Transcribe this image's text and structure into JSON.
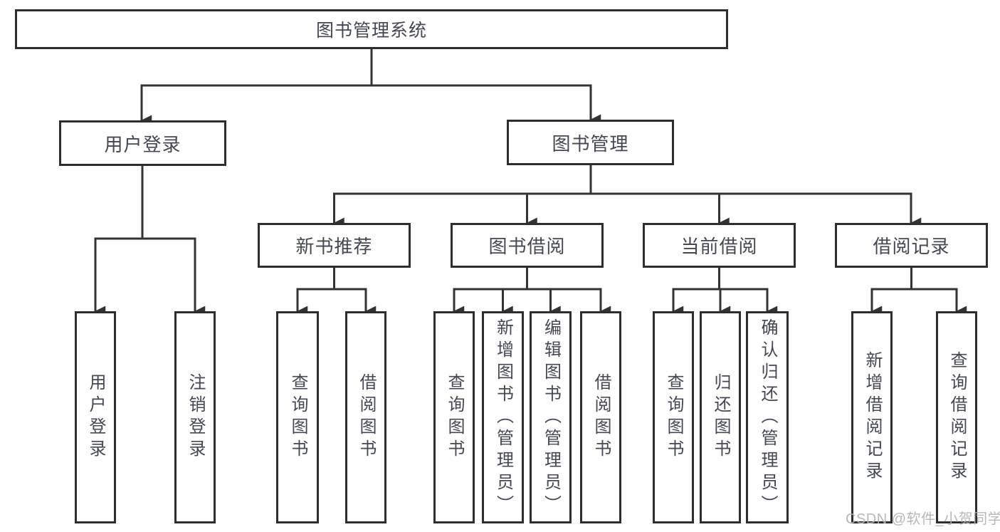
{
  "tree": {
    "root": {
      "label": "图书管理系统",
      "children": [
        {
          "label": "用户登录",
          "children": [
            {
              "label": "用户登录"
            },
            {
              "label": "注销登录"
            }
          ]
        },
        {
          "label": "图书管理",
          "children": [
            {
              "label": "新书推荐",
              "children": [
                {
                  "label": "查询图书"
                },
                {
                  "label": "借阅图书"
                }
              ]
            },
            {
              "label": "图书借阅",
              "children": [
                {
                  "label": "查询图书"
                },
                {
                  "label": "新增图书（管理员）"
                },
                {
                  "label": "编辑图书（管理员）"
                },
                {
                  "label": "借阅图书"
                }
              ]
            },
            {
              "label": "当前借阅",
              "children": [
                {
                  "label": "查询图书"
                },
                {
                  "label": "归还图书"
                },
                {
                  "label": "确认归还（管理员）"
                }
              ]
            },
            {
              "label": "借阅记录",
              "children": [
                {
                  "label": "新增借阅记录"
                },
                {
                  "label": "查询借阅记录"
                }
              ]
            }
          ]
        }
      ]
    }
  },
  "watermark": "CSDN @软件_小贺同学",
  "colors": {
    "box_border": "#2e2e2e",
    "connector": "#333333",
    "text": "#44484f",
    "watermark": "#b2b2b2",
    "background": "#ffffff"
  }
}
